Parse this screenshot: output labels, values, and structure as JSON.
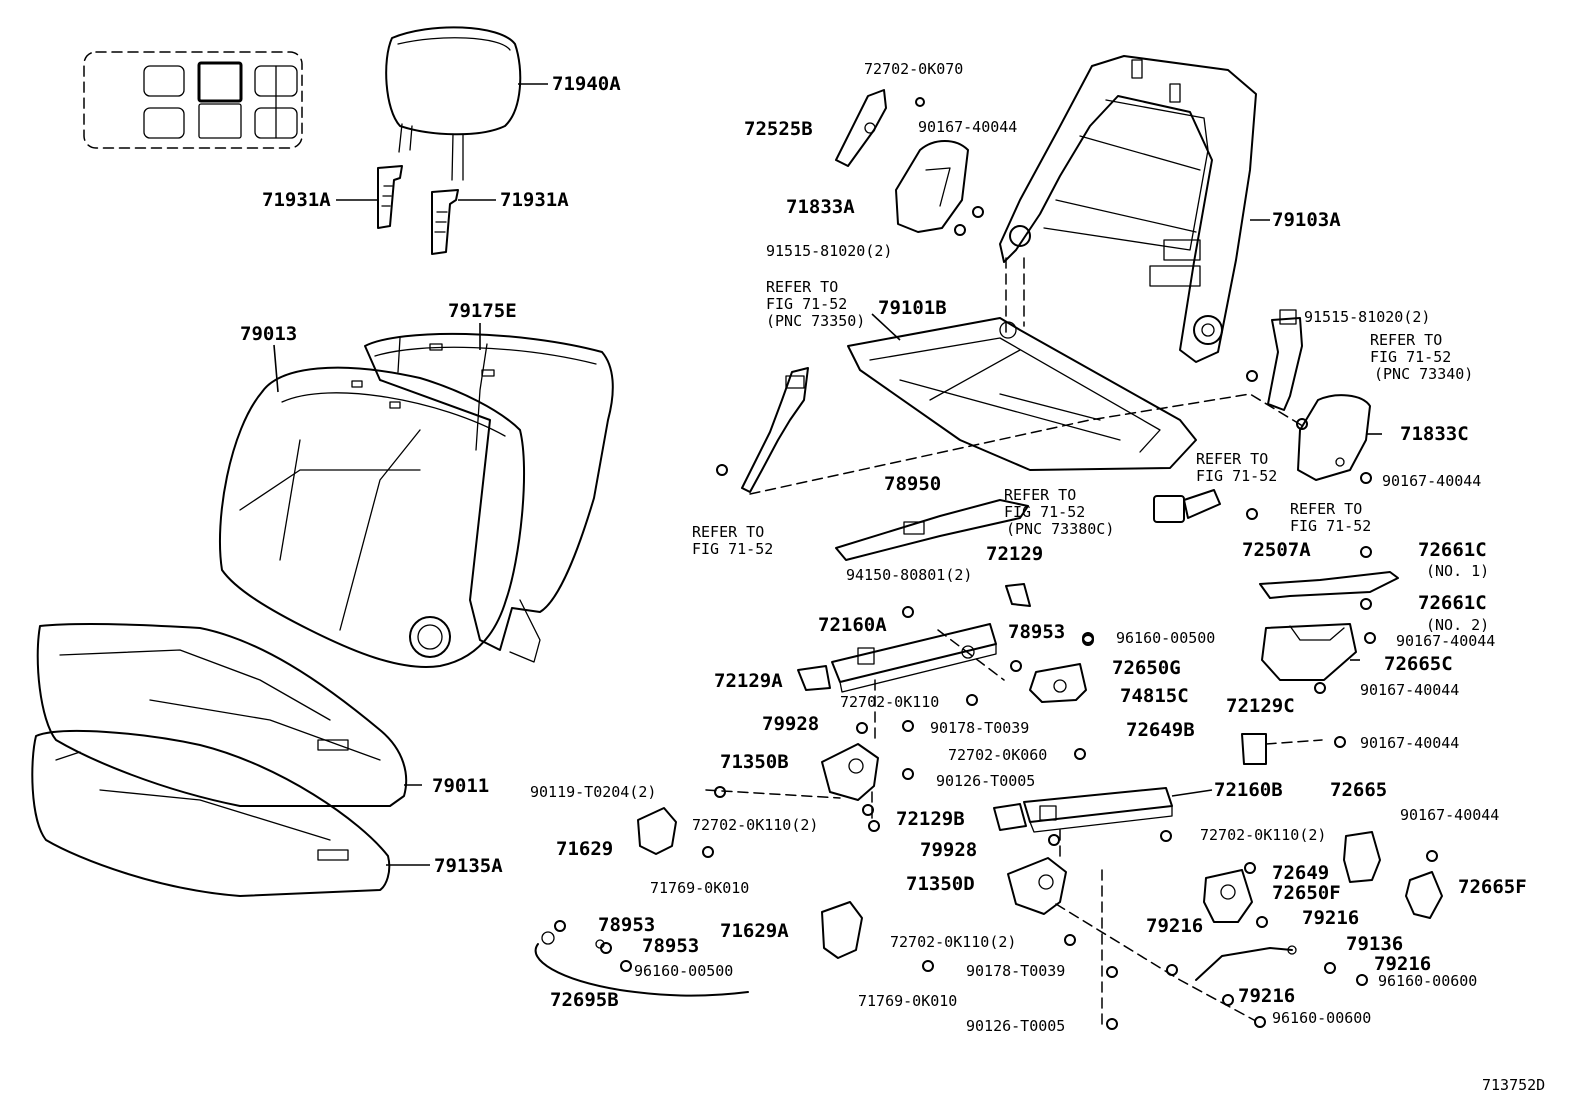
{
  "figure_id": "713752D",
  "parts": {
    "p71940A": "71940A",
    "p71931A_left": "71931A",
    "p71931A_right": "71931A",
    "p79013": "79013",
    "p79175E": "79175E",
    "p79011": "79011",
    "p79135A": "79135A",
    "p72702_0K070": "72702-0K070",
    "p72525B": "72525B",
    "p90167_40044_a": "90167-40044",
    "p71833A": "71833A",
    "p91515_81020_a": "91515-81020(2)",
    "p79103A": "79103A",
    "p79101B": "79101B",
    "p91515_81020_b": "91515-81020(2)",
    "p71833C": "71833C",
    "p90167_40044_b": "90167-40044",
    "p78950": "78950",
    "p72129": "72129",
    "p94150_80801": "94150-80801(2)",
    "p72507A": "72507A",
    "p72661C_1": "72661C",
    "p72661C_1_note": "(NO. 1)",
    "p72661C_2": "72661C",
    "p72661C_2_note": "(NO. 2)",
    "p72160A": "72160A",
    "p78953_a": "78953",
    "p96160_00500_a": "96160-00500",
    "p72650G": "72650G",
    "p74815C": "74815C",
    "p72649B": "72649B",
    "p90167_40044_c": "90167-40044",
    "p72665C": "72665C",
    "p90167_40044_d": "90167-40044",
    "p72129A": "72129A",
    "p72702_0K110_a": "72702-0K110",
    "p79928_a": "79928",
    "p90178_T0039_a": "90178-T0039",
    "p72702_0K060": "72702-0K060",
    "p71350B": "71350B",
    "p90126_T0005_a": "90126-T0005",
    "p90119_T0204": "90119-T0204(2)",
    "p72129C": "72129C",
    "p90167_40044_e": "90167-40044",
    "p72160B": "72160B",
    "p72129B": "72129B",
    "p72702_0K110_b": "72702-0K110(2)",
    "p72702_0K110_c": "72702-0K110(2)",
    "p71629": "71629",
    "p79928_b": "79928",
    "p72665": "72665",
    "p90167_40044_f": "90167-40044",
    "p72649": "72649",
    "p71769_0K010_a": "71769-0K010",
    "p71350D": "71350D",
    "p72650F": "72650F",
    "p72665F": "72665F",
    "p79216_a": "79216",
    "p79216_b": "79216",
    "p78953_b": "78953",
    "p78953_c": "78953",
    "p71629A": "71629A",
    "p72702_0K110_d": "72702-0K110(2)",
    "p79136": "79136",
    "p79216_c": "79216",
    "p96160_00500_b": "96160-00500",
    "p96160_00600_a": "96160-00600",
    "p72695B": "72695B",
    "p90178_T0039_b": "90178-T0039",
    "p79216_d": "79216",
    "p71769_0K010_b": "71769-0K010",
    "p90126_T0005_b": "90126-T0005",
    "p96160_00600_b": "96160-00600"
  },
  "refs": {
    "ref1": [
      "REFER TO",
      "FIG 71-52",
      "(PNC 73350)"
    ],
    "ref2": [
      "REFER TO",
      "FIG 71-52"
    ],
    "ref3": [
      "REFER TO",
      "FIG 71-52",
      "(PNC 73340)"
    ],
    "ref4": [
      "REFER TO",
      "FIG 71-52"
    ],
    "ref5": [
      "REFER TO",
      "FIG 71-52",
      "(PNC 73380C)"
    ],
    "ref6": [
      "REFER TO",
      "FIG 71-52"
    ]
  }
}
